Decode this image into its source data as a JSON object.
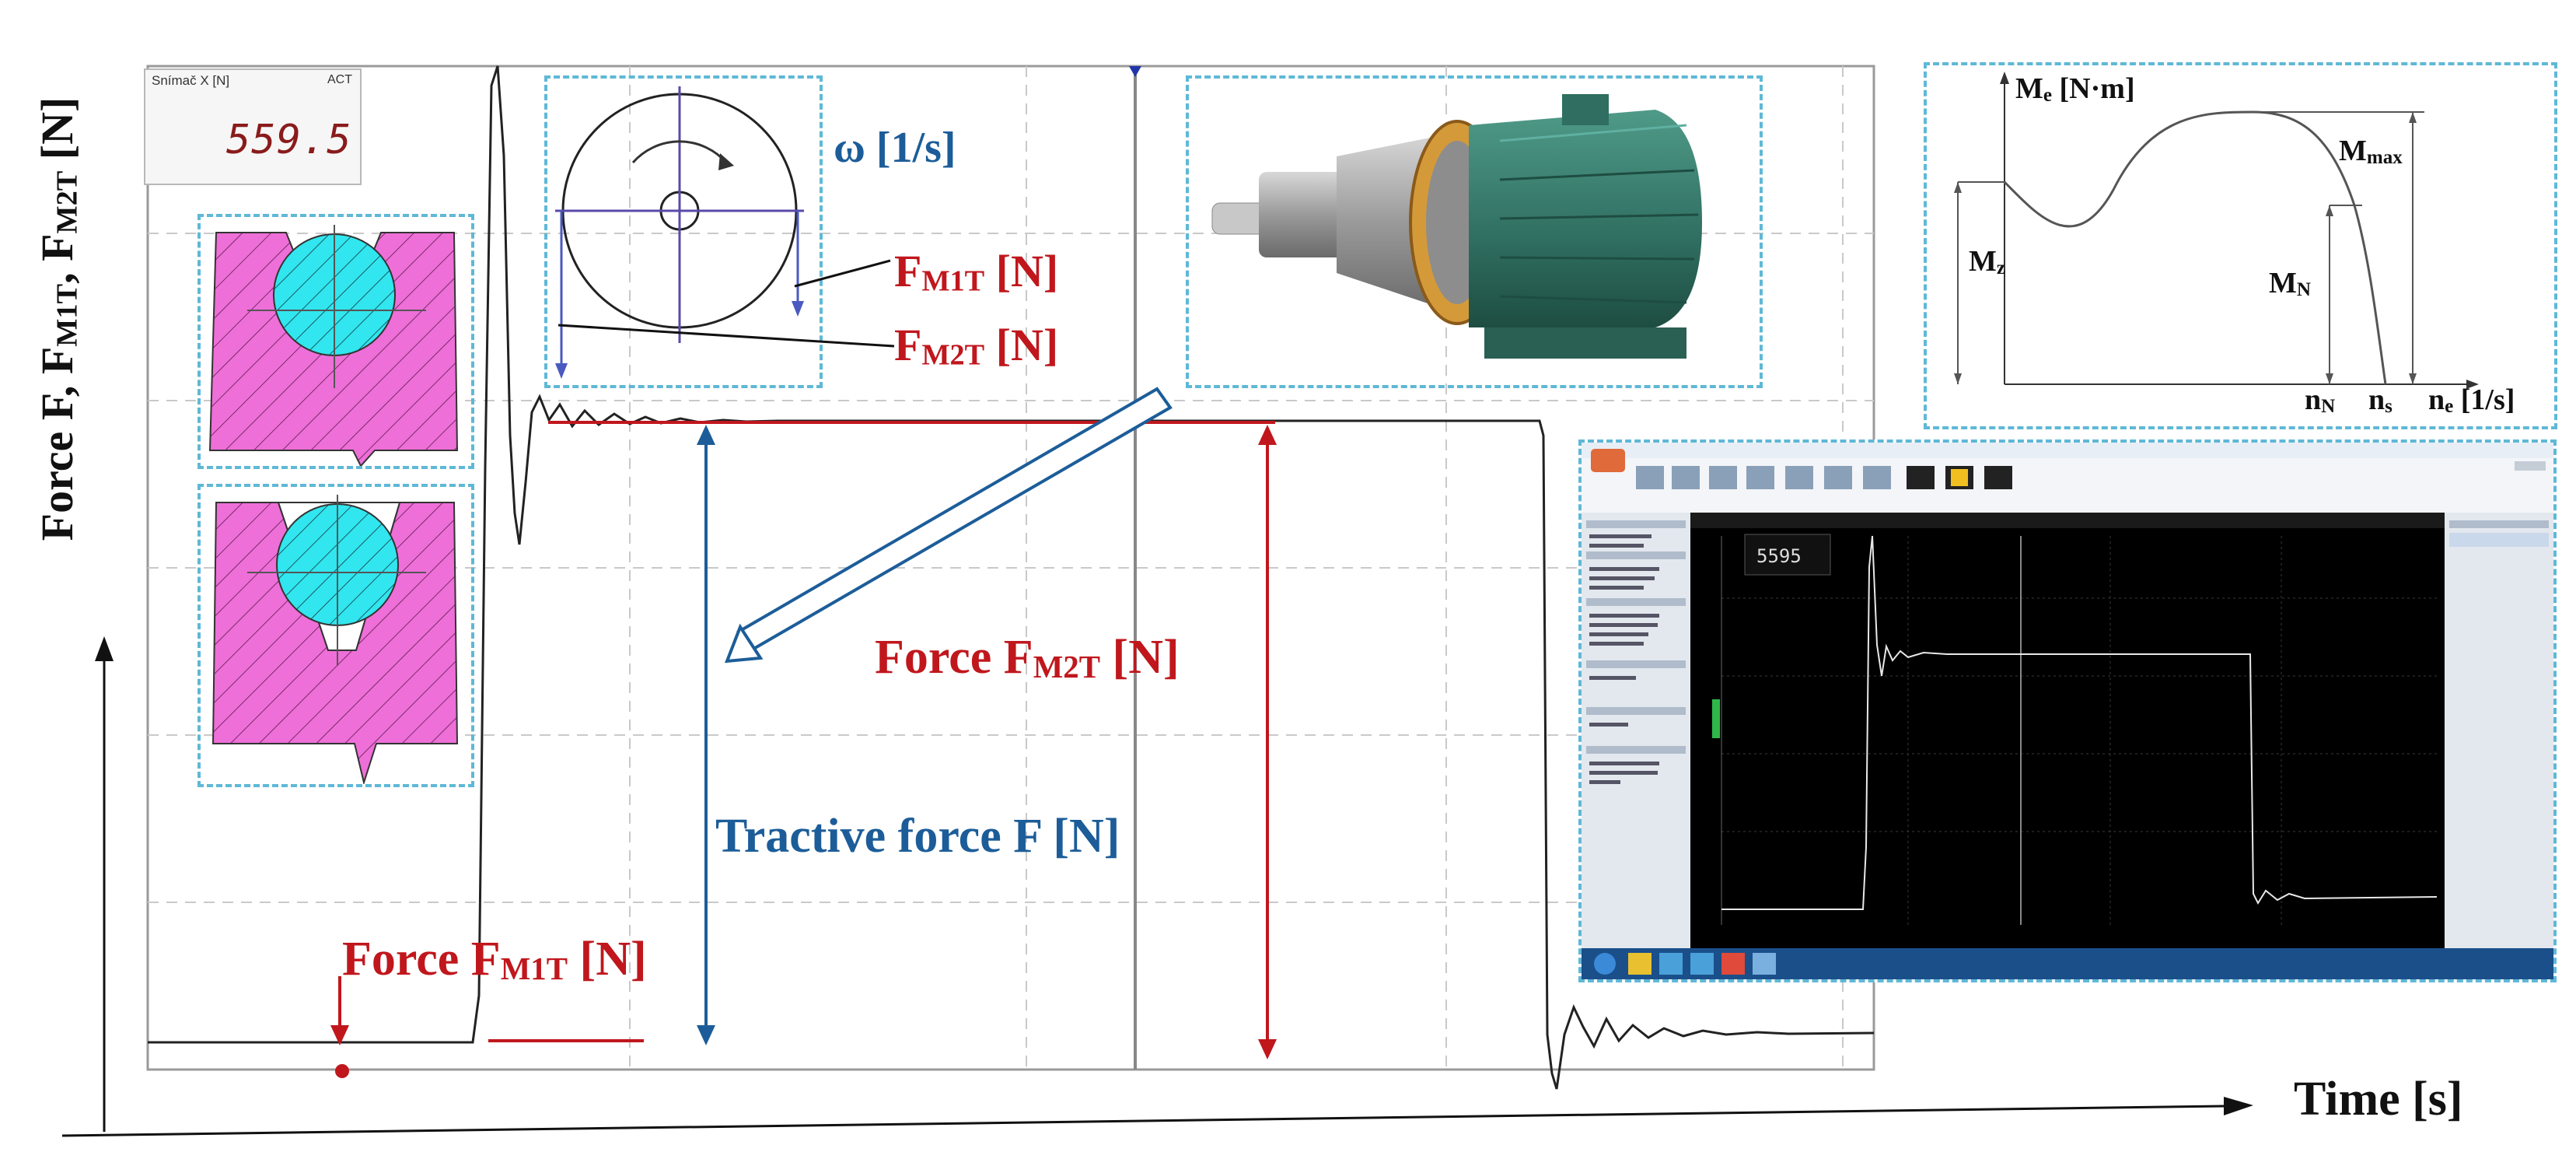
{
  "axes": {
    "y_label": "Force F, F",
    "y_label_sub1": "M1T",
    "y_label_mid": ", F",
    "y_label_sub2": "M2T",
    "y_label_end": " [N]",
    "x_label": "Time [s]"
  },
  "readout": {
    "title": "Snímač X [N]",
    "status": "ACT",
    "value": "559.5"
  },
  "wheel": {
    "omega_label": "ω [1/s]",
    "fm1t_main": "F",
    "fm1t_sub": "M1T",
    "fm1t_unit": " [N]",
    "fm2t_main": "F",
    "fm2t_sub": "M2T",
    "fm2t_unit": " [N]"
  },
  "annotations": {
    "force_m2t": "Force F",
    "force_m2t_sub": "M2T",
    "force_m2t_unit": " [N]",
    "tractive": "Tractive force F [N]",
    "force_m1t": "Force F",
    "force_m1t_sub": "M1T",
    "force_m1t_unit": " [N]"
  },
  "torque_chart": {
    "y_label": "M",
    "y_label_sub": "e",
    "y_label_unit": " [N·m]",
    "mmax": "M",
    "mmax_sub": "max",
    "mz": "M",
    "mz_sub": "z",
    "mn": "M",
    "mn_sub": "N",
    "nn": "n",
    "nn_sub": "N",
    "ns": "n",
    "ns_sub": "s",
    "ne": "n",
    "ne_sub": "e",
    "ne_unit": " [1/s]"
  },
  "inset_app": {
    "readout_value": "5595"
  },
  "colors": {
    "red": "#c0171d",
    "blue": "#1c5d99",
    "dash": "#5fb8d6",
    "magenta": "#ee6fd8",
    "cyan": "#31e6ee"
  },
  "icons": [
    "motor-image",
    "wheel-icon",
    "profile-icon",
    "software-screenshot"
  ]
}
